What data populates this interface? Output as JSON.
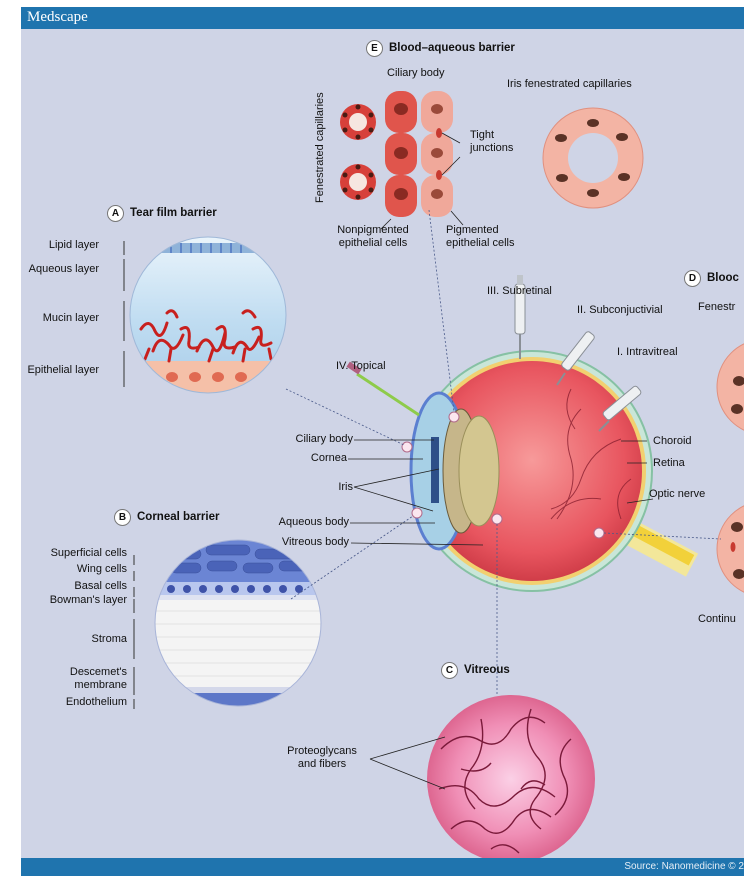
{
  "header": {
    "brand": "Medscape"
  },
  "footer": {
    "source": "Source: Nanomedicine © 2"
  },
  "sections": {
    "A": {
      "letter": "A",
      "title": "Tear film barrier",
      "layers": [
        "Lipid layer",
        "Aqueous layer",
        "Mucin layer",
        "Epithelial layer"
      ]
    },
    "B": {
      "letter": "B",
      "title": "Corneal barrier",
      "layers": [
        "Superficial cells",
        "Wing cells",
        "Basal cells",
        "Bowman's layer",
        "Stroma",
        "Descemet's membrane",
        "Endothelium"
      ]
    },
    "C": {
      "letter": "C",
      "title": "Vitreous",
      "label": "Proteoglycans and fibers"
    },
    "D": {
      "letter": "D",
      "title": "Blooc",
      "label_top": "Fenestr",
      "label_bottom": "Continu"
    },
    "E": {
      "letter": "E",
      "title": "Blood–aqueous barrier",
      "ciliary_body": "Ciliary body",
      "fenestrated": "Fenestrated capillaries",
      "tight_junctions": "Tight junctions",
      "iris_capillaries": "Iris fenestrated capillaries",
      "nonpigmented": "Nonpigmented epithelial cells",
      "pigmented": "Pigmented epithelial cells"
    }
  },
  "routes": {
    "subretinal": "III. Subretinal",
    "subconjunctival": "II. Subconjuctivial",
    "intravitreal": "I. Intravitreal",
    "topical": "IV. Topical"
  },
  "eye": {
    "ciliary_body": "Ciliary body",
    "cornea": "Cornea",
    "iris": "Iris",
    "aqueous_body": "Aqueous body",
    "vitreous_body": "Vitreous body",
    "choroid": "Choroid",
    "retina": "Retina",
    "optic_nerve": "Optic nerve"
  },
  "colors": {
    "bar": "#1f74ae",
    "background": "#cfd4e6",
    "eye_red": "#e8555f",
    "cornea_blue": "#5b7fd0"
  }
}
